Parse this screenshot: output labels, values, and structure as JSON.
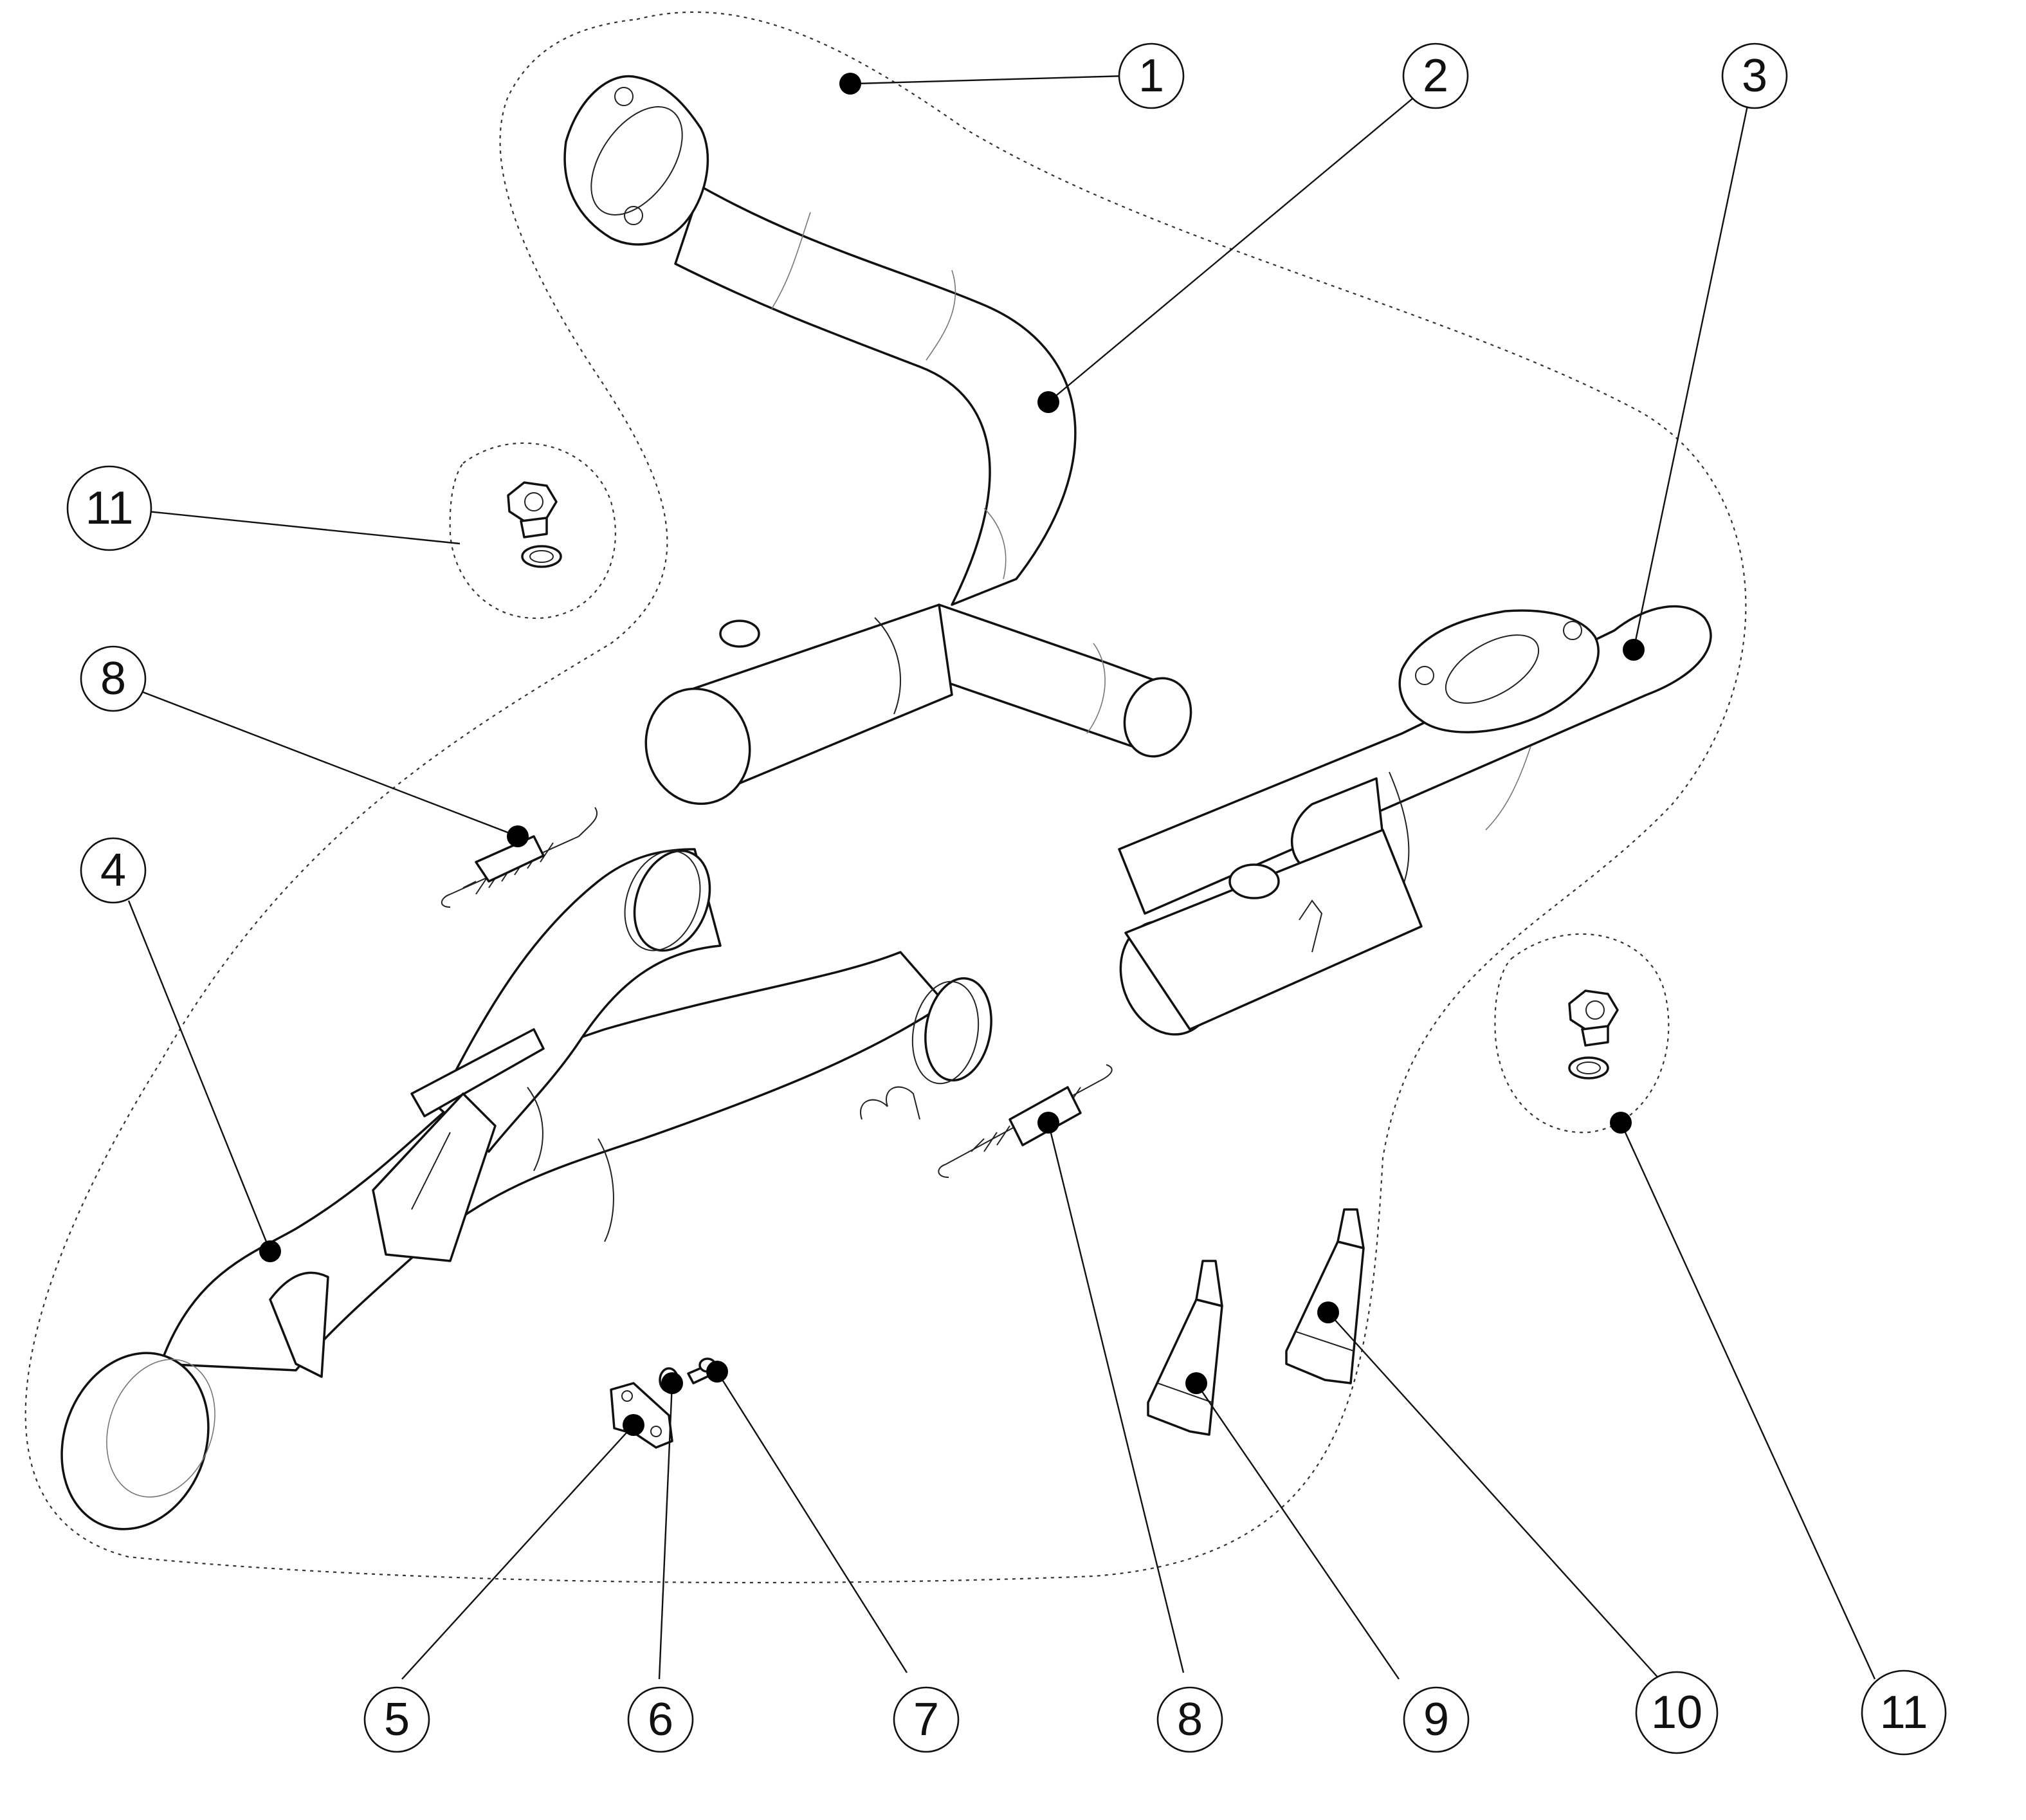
{
  "diagram": {
    "title": "Exhaust system exploded parts diagram",
    "colors": {
      "line": "#111111",
      "background": "#ffffff"
    },
    "callouts": [
      {
        "id": "c1",
        "label": "1"
      },
      {
        "id": "c2",
        "label": "2"
      },
      {
        "id": "c3",
        "label": "3"
      },
      {
        "id": "c4",
        "label": "4"
      },
      {
        "id": "c5",
        "label": "5"
      },
      {
        "id": "c6",
        "label": "6"
      },
      {
        "id": "c7",
        "label": "7"
      },
      {
        "id": "c8a",
        "label": "8"
      },
      {
        "id": "c8b",
        "label": "8"
      },
      {
        "id": "c9",
        "label": "9"
      },
      {
        "id": "c10",
        "label": "10"
      },
      {
        "id": "c11a",
        "label": "11"
      },
      {
        "id": "c11b",
        "label": "11"
      }
    ]
  }
}
